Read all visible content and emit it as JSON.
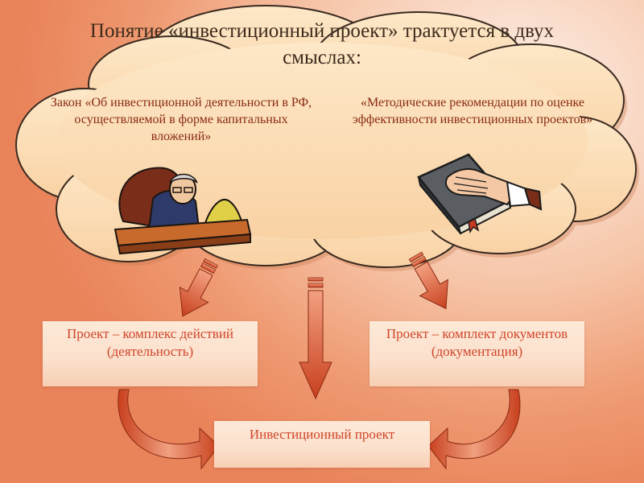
{
  "title": {
    "line1": "Понятие «инвестиционный проект» трактуется в двух",
    "line2": "смыслах:"
  },
  "cloud": {
    "left_text": "Закон «Об инвестиционной деятельности в РФ, осуществляемой в форме капитальных вложений»",
    "right_text": "«Методические рекомендации по оценке эффективности инвестиционных проектов»"
  },
  "boxes": {
    "left": "Проект – комплекс действий (деятельность)",
    "right": "Проект – комплект документов (документация)",
    "bottom": "Инвестиционный проект"
  },
  "colors": {
    "accent_text": "#d0462a",
    "cloud_text": "#8a2a12",
    "cloud_fill": "#fbdcb4",
    "arrow": "#d85a36"
  },
  "icons": [
    "executive-at-desk-clipart",
    "hand-on-book-clipart"
  ]
}
